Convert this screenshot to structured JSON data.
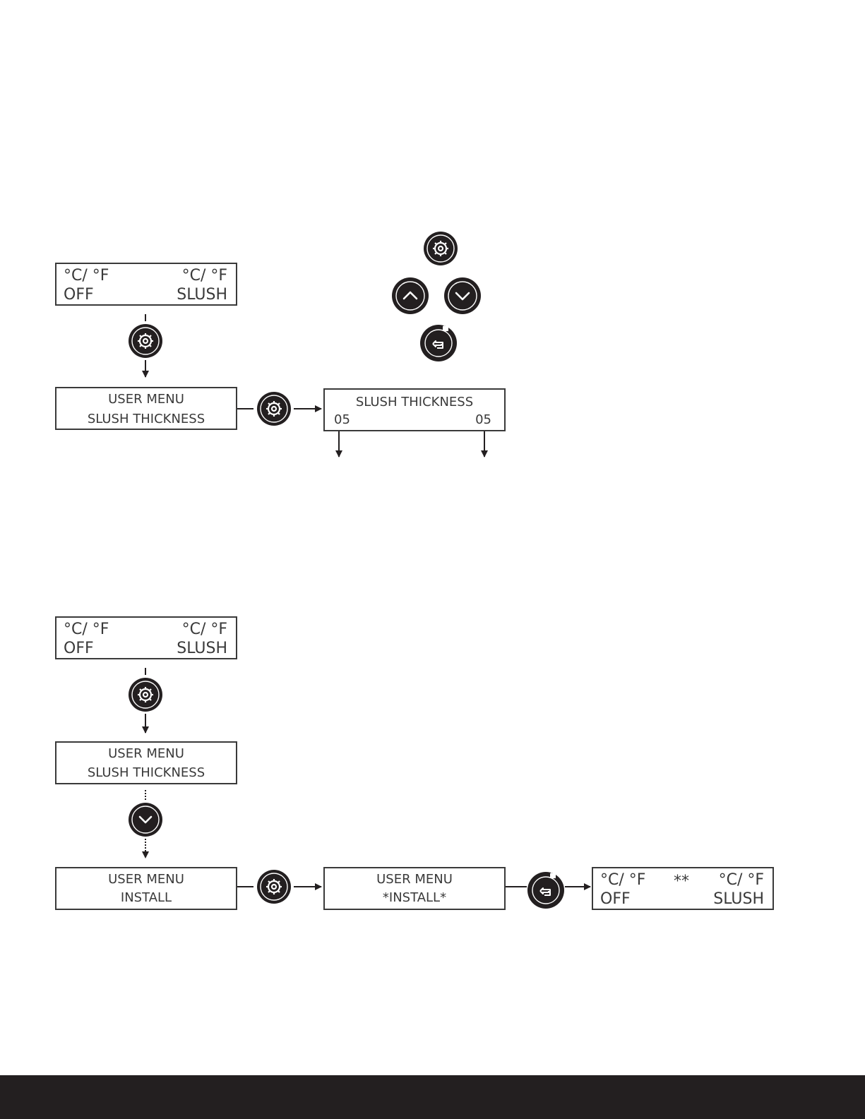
{
  "flow1": {
    "home": {
      "tl": "°C/ °F",
      "tr": "°C/ °F",
      "bl": "OFF",
      "br": "SLUSH"
    },
    "menu": {
      "line1": "USER MENU",
      "line2": "SLUSH   THICKNESS"
    },
    "thickness": {
      "line1": "SLUSH   THICKNESS",
      "left_value": "05",
      "right_value": "05"
    }
  },
  "flow2": {
    "home": {
      "tl": "°C/ °F",
      "tr": "°C/ °F",
      "bl": "OFF",
      "br": "SLUSH"
    },
    "menu": {
      "line1": "USER MENU",
      "line2": "SLUSH   THICKNESS"
    },
    "install": {
      "line1": "USER MENU",
      "line2": "INSTALL"
    },
    "install_selected": {
      "line1": "USER MENU",
      "line2": "*INSTALL*"
    },
    "result": {
      "tl": "°C/ °F",
      "mid": "**",
      "tr": "°C/ °F",
      "bl": "OFF",
      "br": "SLUSH"
    }
  },
  "buttons": {
    "icons": [
      "gear-icon",
      "up-chevron-icon",
      "down-chevron-icon",
      "back-lock-icon"
    ]
  },
  "colors": {
    "ink": "#231f20",
    "frame": "#3a3a3a",
    "footer": "#231f20"
  }
}
